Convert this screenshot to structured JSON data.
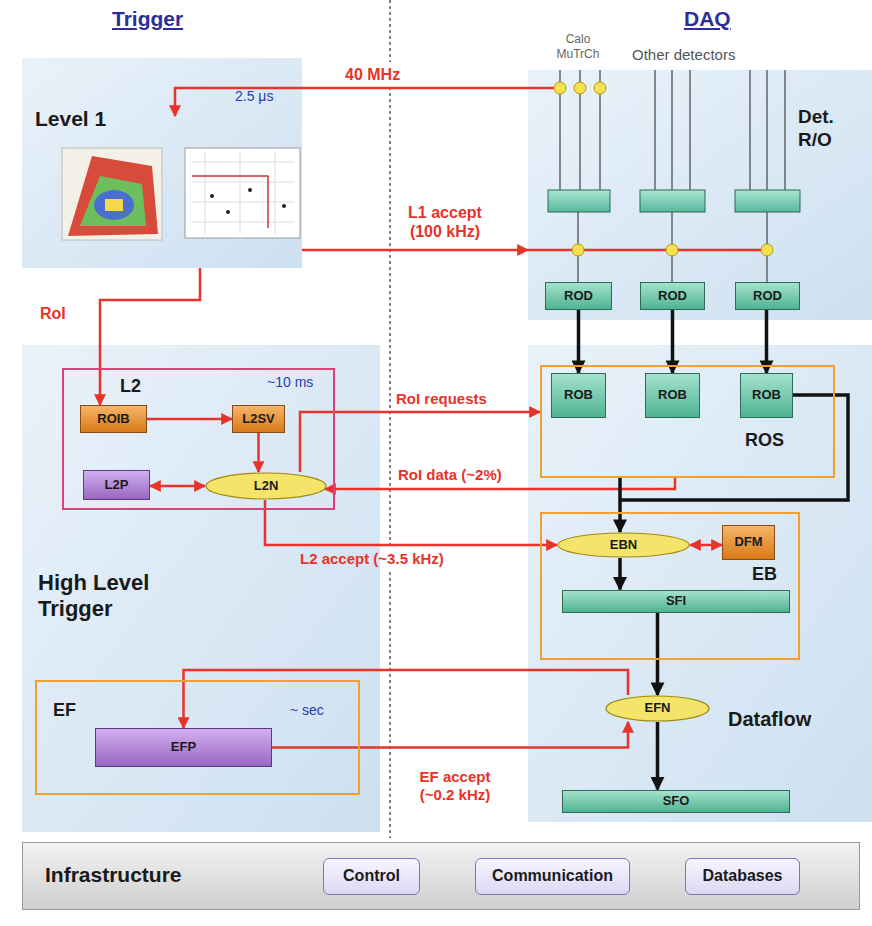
{
  "diagram": {
    "nodes": [
      {
        "text": [
          "Level 1",
          "2.5 μs"
        ]
      },
      {
        "text": [
          "Det. R/O"
        ]
      },
      {
        "text": [
          "ROD"
        ],
        "in": 1
      },
      {
        "text": [
          "ROD"
        ],
        "in": 1
      },
      {
        "text": [
          "ROD"
        ],
        "in": 1
      },
      {
        "text": [
          "High Level Trigger"
        ]
      },
      {
        "text": [
          "L2",
          "~10 ms"
        ],
        "in": 5
      },
      {
        "text": [
          "ROIB"
        ],
        "in": 6
      },
      {
        "text": [
          "L2SV"
        ],
        "in": 6
      },
      {
        "text": [
          "L2P"
        ],
        "in": 6
      },
      {
        "text": [
          "L2N"
        ],
        "in": 6
      },
      {
        "text": [
          "EF",
          "~ sec"
        ],
        "in": 5
      },
      {
        "text": [
          "EFP"
        ],
        "in": 11
      },
      {
        "text": [
          "Dataflow"
        ]
      },
      {
        "text": [
          "ROS"
        ],
        "in": 13
      },
      {
        "text": [
          "ROB"
        ],
        "in": 14
      },
      {
        "text": [
          "ROB"
        ],
        "in": 14
      },
      {
        "text": [
          "ROB"
        ],
        "in": 14
      },
      {
        "text": [
          "EB"
        ],
        "in": 13
      },
      {
        "text": [
          "EBN"
        ],
        "in": 18
      },
      {
        "text": [
          "DFM"
        ],
        "in": 18
      },
      {
        "text": [
          "SFI"
        ],
        "in": 18
      },
      {
        "text": [
          "EFN"
        ],
        "in": 13
      },
      {
        "text": [
          "SFO"
        ],
        "in": 13
      },
      {
        "text": [
          "Infrastructure"
        ]
      },
      {
        "text": [
          "Control"
        ],
        "in": 24
      },
      {
        "text": [
          "Communication"
        ],
        "in": 24
      },
      {
        "text": [
          "Databases"
        ],
        "in": 24
      }
    ],
    "edges": [
      {
        "from": 0,
        "to": 1,
        "label": "L1 accept (100 kHz)",
        "arrow": "to"
      },
      {
        "from": 2,
        "to": 15,
        "arrow": "to"
      },
      {
        "from": 3,
        "to": 16,
        "arrow": "to"
      },
      {
        "from": 4,
        "to": 17,
        "arrow": "to"
      },
      {
        "from": 0,
        "to": 7,
        "label": "RoI",
        "arrow": "to"
      },
      {
        "from": 7,
        "to": 8,
        "arrow": "to"
      },
      {
        "from": 8,
        "to": 10,
        "arrow": "to"
      },
      {
        "from": 9,
        "to": 10,
        "arrow": "both"
      },
      {
        "from": 10,
        "to": 14,
        "label": "RoI requests",
        "arrow": "to"
      },
      {
        "from": 14,
        "to": 10,
        "label": "RoI data (~2%)",
        "arrow": "to"
      },
      {
        "from": 10,
        "to": 19,
        "label": "L2 accept (~3.5 kHz)",
        "arrow": "to"
      },
      {
        "from": 14,
        "to": 19,
        "arrow": "to"
      },
      {
        "from": 19,
        "to": 20,
        "arrow": "both"
      },
      {
        "from": 19,
        "to": 21,
        "arrow": "to"
      },
      {
        "from": 21,
        "to": 22,
        "arrow": "to"
      },
      {
        "from": 22,
        "to": 23,
        "arrow": "to"
      },
      {
        "from": 22,
        "to": 12,
        "arrow": "to"
      },
      {
        "from": 12,
        "to": 22,
        "label": "EF accept (~0.2 kHz)",
        "arrow": "to"
      }
    ],
    "labels": [
      "Trigger",
      "DAQ",
      "Calo MuTrCh",
      "Other detectors",
      "40 MHz"
    ]
  }
}
